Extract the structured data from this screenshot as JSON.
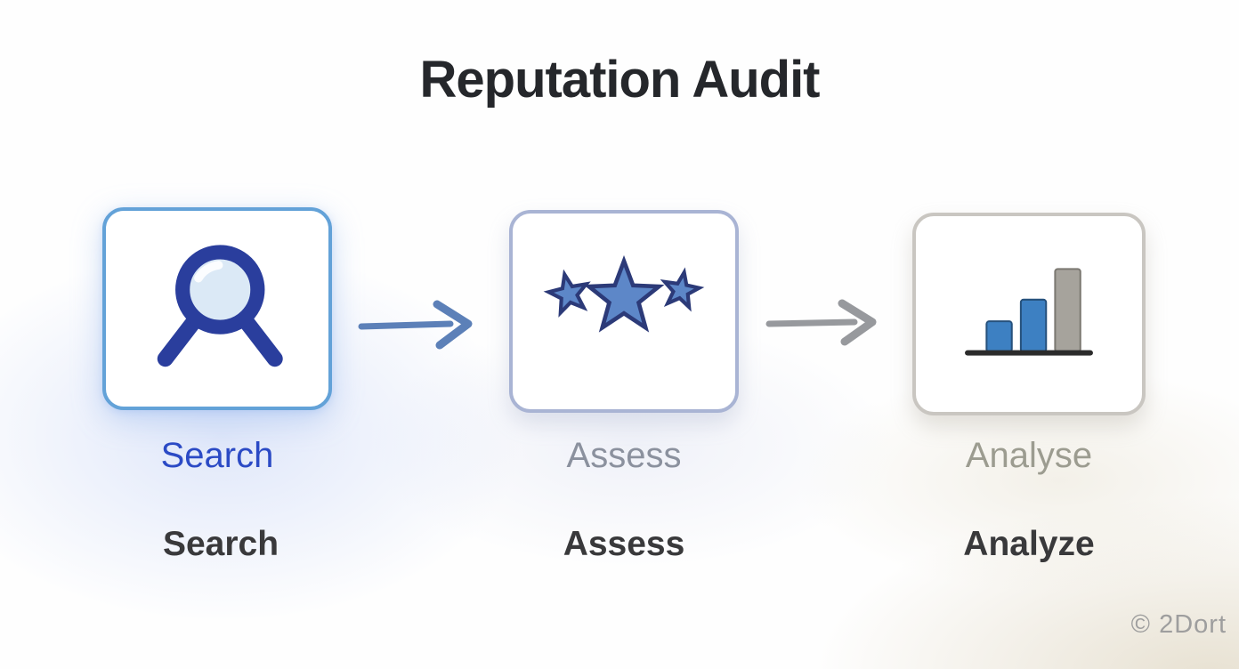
{
  "title": "Reputation Audit",
  "watermark": "© 2Dort",
  "steps": [
    {
      "id": "search",
      "caption": "Search",
      "label": "Search",
      "icon": "magnifier-icon",
      "border_color": "#63a2d8",
      "caption_color": "#2b4ac5"
    },
    {
      "id": "assess",
      "caption": "Assess",
      "label": "Assess",
      "icon": "three-stars-icon",
      "border_color": "#a9b4d4",
      "caption_color": "#8b919e"
    },
    {
      "id": "analyse",
      "caption": "Analyse",
      "label": "Analyze",
      "icon": "bar-chart-icon",
      "border_color": "#c9c6c1",
      "caption_color": "#9c9c90"
    }
  ],
  "arrows": [
    {
      "name": "flow-arrow-1",
      "direction": "right",
      "color": "#5c80b8"
    },
    {
      "name": "flow-arrow-2",
      "direction": "right",
      "color": "#97999d"
    }
  ],
  "colors": {
    "title": "#25272b",
    "step_label": "#39393b",
    "watermark": "#9e9e9e",
    "magnifier_ring": "#2a3e9d",
    "magnifier_lens": "#dbe9f6",
    "star_fill": "#5d87c8",
    "star_outline": "#2c3a78",
    "bar_blue": "#3d80c2",
    "bar_gray": "#a6a39c",
    "bar_baseline": "#2b2b2b",
    "background": "#fefefe"
  }
}
